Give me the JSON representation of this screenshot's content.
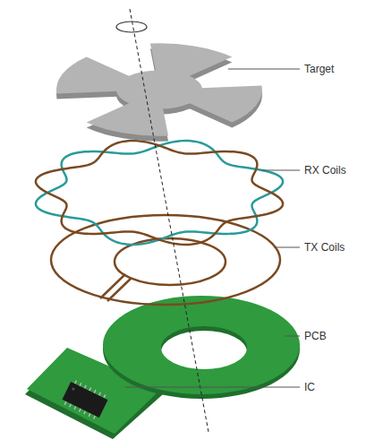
{
  "diagram": {
    "labels": [
      "Target",
      "RX Coils",
      "TX Coils",
      "PCB",
      "IC"
    ]
  }
}
